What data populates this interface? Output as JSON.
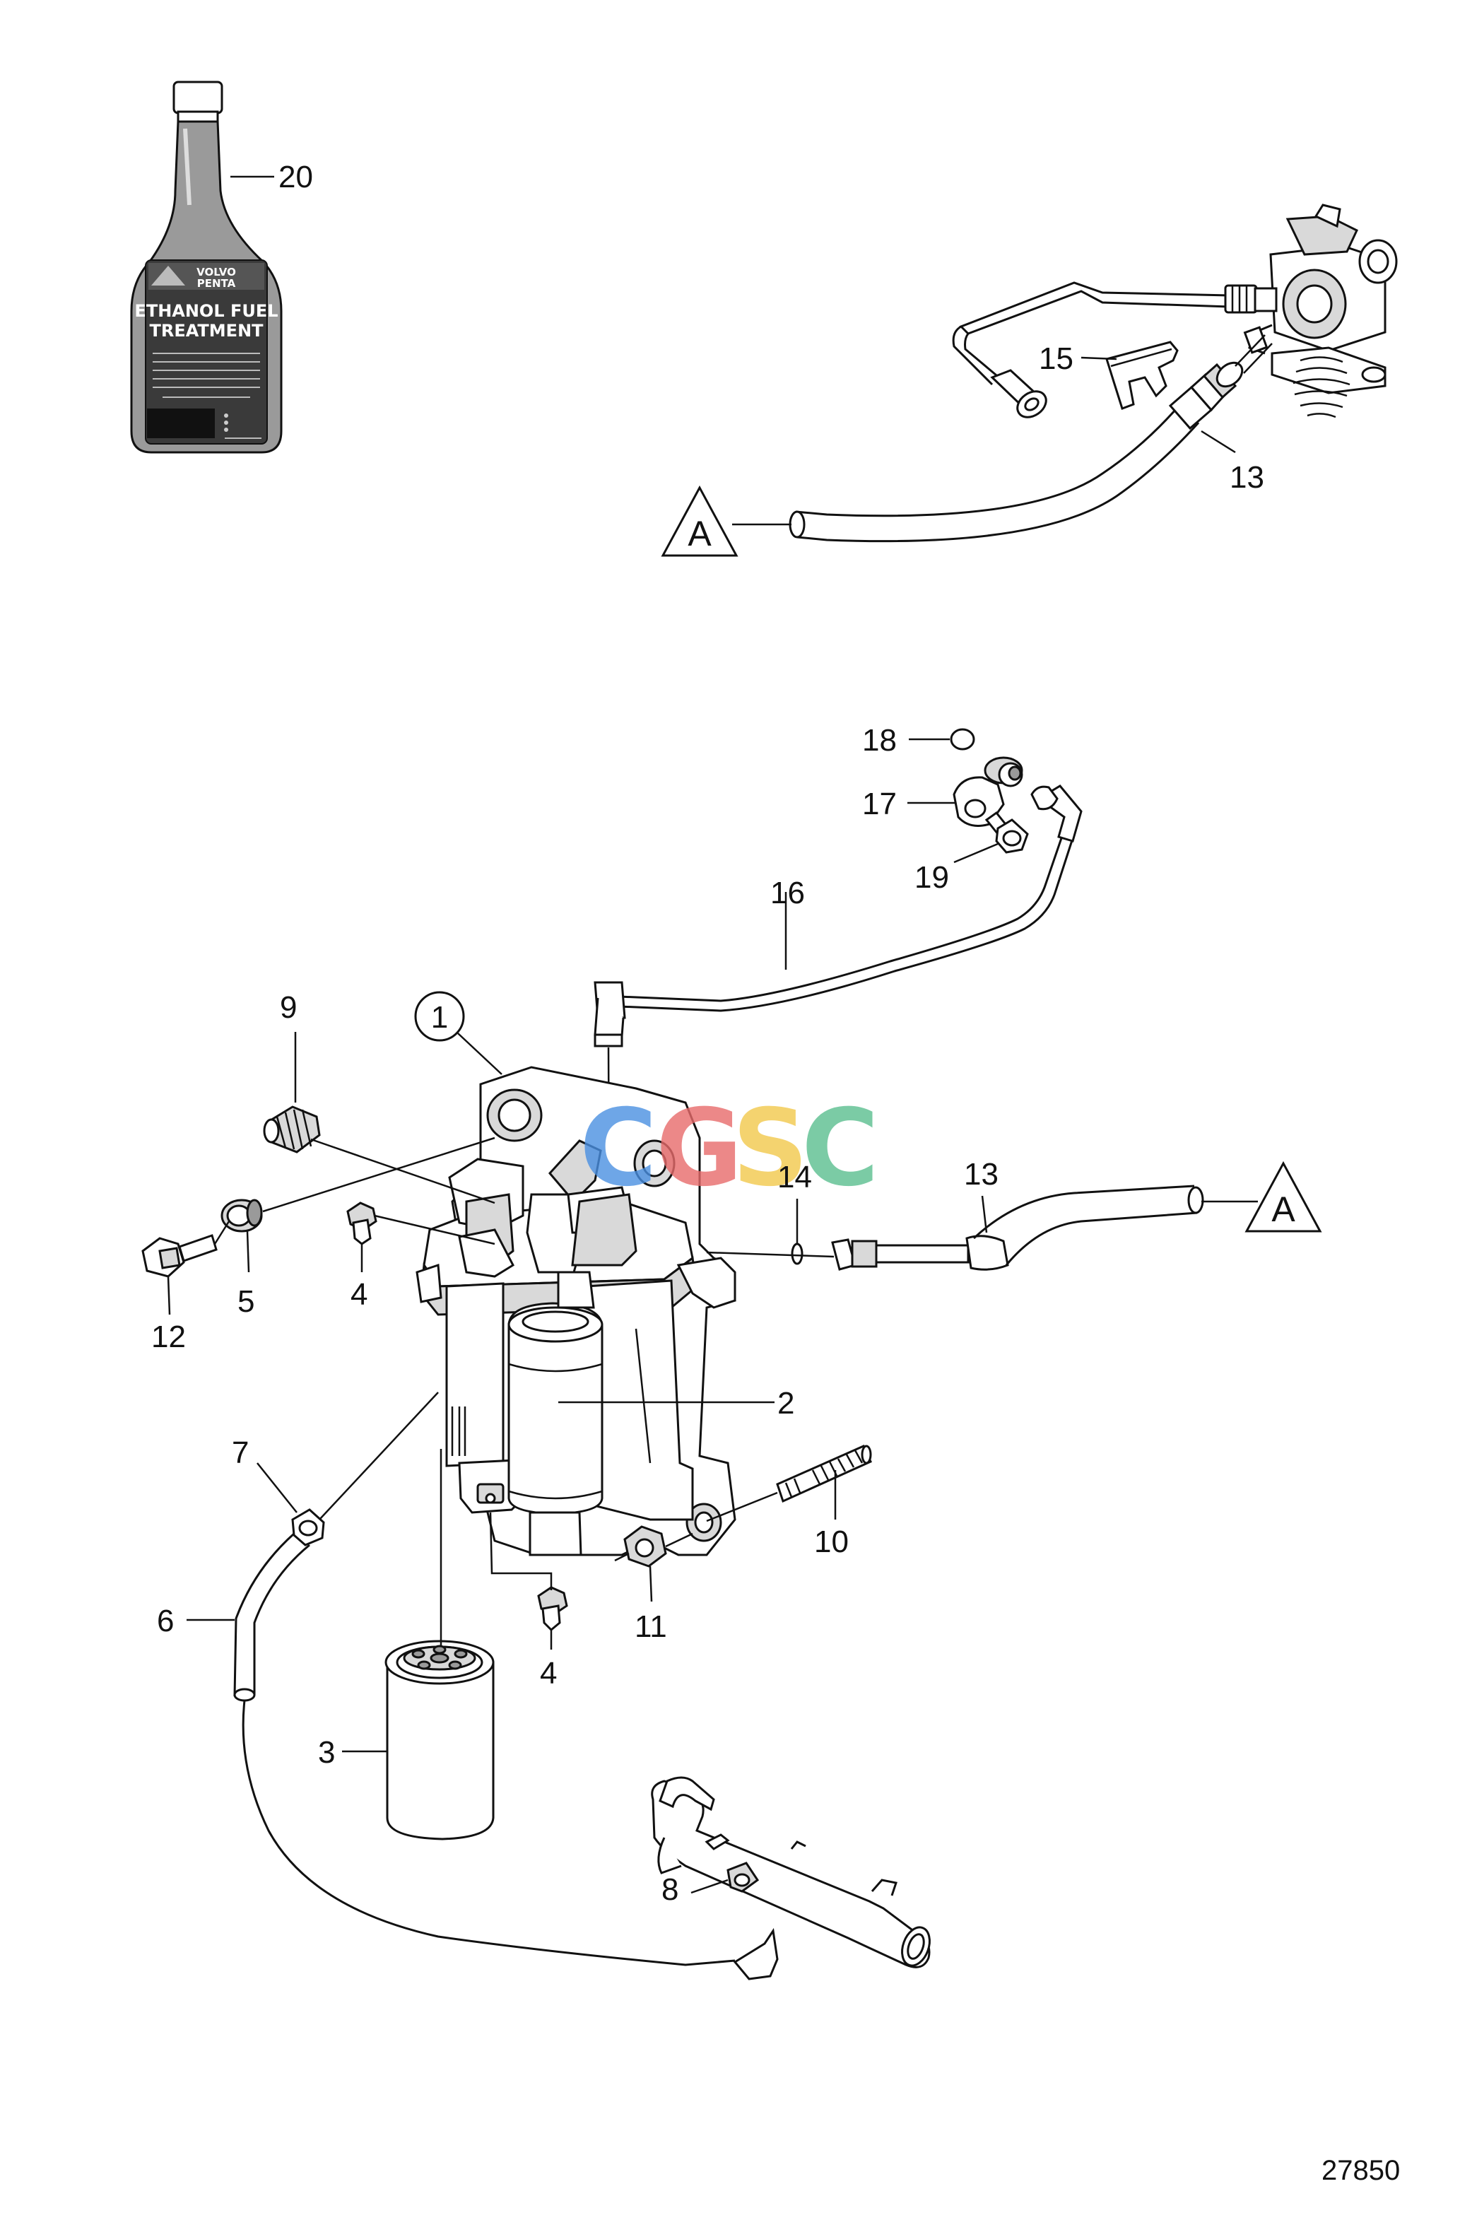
{
  "diagram": {
    "drawing_number": "27850",
    "watermark": {
      "letters": [
        "C",
        "G",
        "S",
        "C"
      ],
      "colors": [
        "#4a90e2",
        "#e86b6b",
        "#f2c94c",
        "#5bbf8f"
      ]
    },
    "bottle": {
      "brand": "VOLVO PENTA",
      "brand_line1": "VOLVO",
      "brand_line2": "PENTA",
      "title_line1": "ETHANOL FUEL",
      "title_line2": "TREATMENT"
    },
    "section_markers": [
      "A",
      "A"
    ],
    "callouts": [
      {
        "id": "20",
        "label": "20"
      },
      {
        "id": "15",
        "label": "15"
      },
      {
        "id": "13a",
        "label": "13"
      },
      {
        "id": "18",
        "label": "18"
      },
      {
        "id": "17",
        "label": "17"
      },
      {
        "id": "19",
        "label": "19"
      },
      {
        "id": "16",
        "label": "16"
      },
      {
        "id": "9",
        "label": "9"
      },
      {
        "id": "1",
        "label": "1"
      },
      {
        "id": "14",
        "label": "14"
      },
      {
        "id": "13b",
        "label": "13"
      },
      {
        "id": "4a",
        "label": "4"
      },
      {
        "id": "12",
        "label": "12"
      },
      {
        "id": "5",
        "label": "5"
      },
      {
        "id": "2",
        "label": "2"
      },
      {
        "id": "7",
        "label": "7"
      },
      {
        "id": "10",
        "label": "10"
      },
      {
        "id": "6",
        "label": "6"
      },
      {
        "id": "11",
        "label": "11"
      },
      {
        "id": "4b",
        "label": "4"
      },
      {
        "id": "3",
        "label": "3"
      },
      {
        "id": "8",
        "label": "8"
      }
    ]
  }
}
